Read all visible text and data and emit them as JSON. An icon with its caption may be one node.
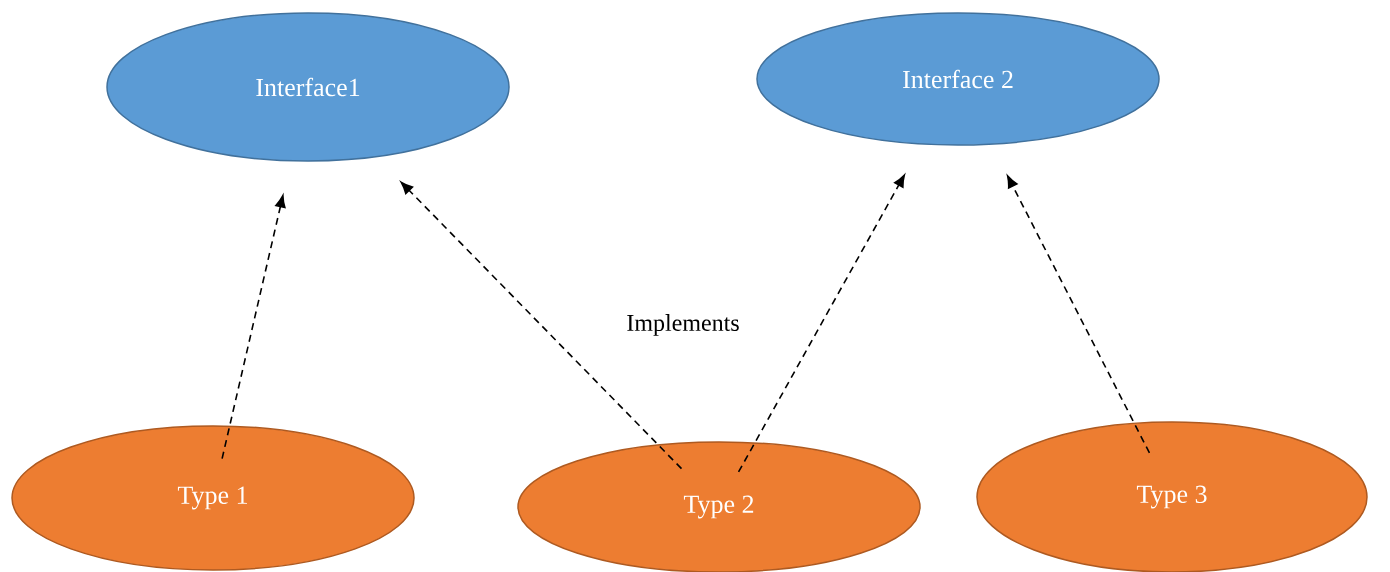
{
  "diagram": {
    "nodes": [
      {
        "text": [
          "Interface1"
        ]
      },
      {
        "text": [
          "Interface 2"
        ]
      },
      {
        "text": [
          "Type 1"
        ]
      },
      {
        "text": [
          "Type 2"
        ]
      },
      {
        "text": [
          "Type 3"
        ]
      }
    ],
    "edges": [
      {
        "from": 2,
        "to": 0,
        "arrow": "to",
        "style": "dashed"
      },
      {
        "from": 3,
        "to": 0,
        "arrow": "to",
        "style": "dashed"
      },
      {
        "from": 3,
        "to": 1,
        "arrow": "to",
        "style": "dashed"
      },
      {
        "from": 4,
        "to": 1,
        "arrow": "to",
        "style": "dashed"
      }
    ],
    "labels": [
      "Implements"
    ]
  }
}
